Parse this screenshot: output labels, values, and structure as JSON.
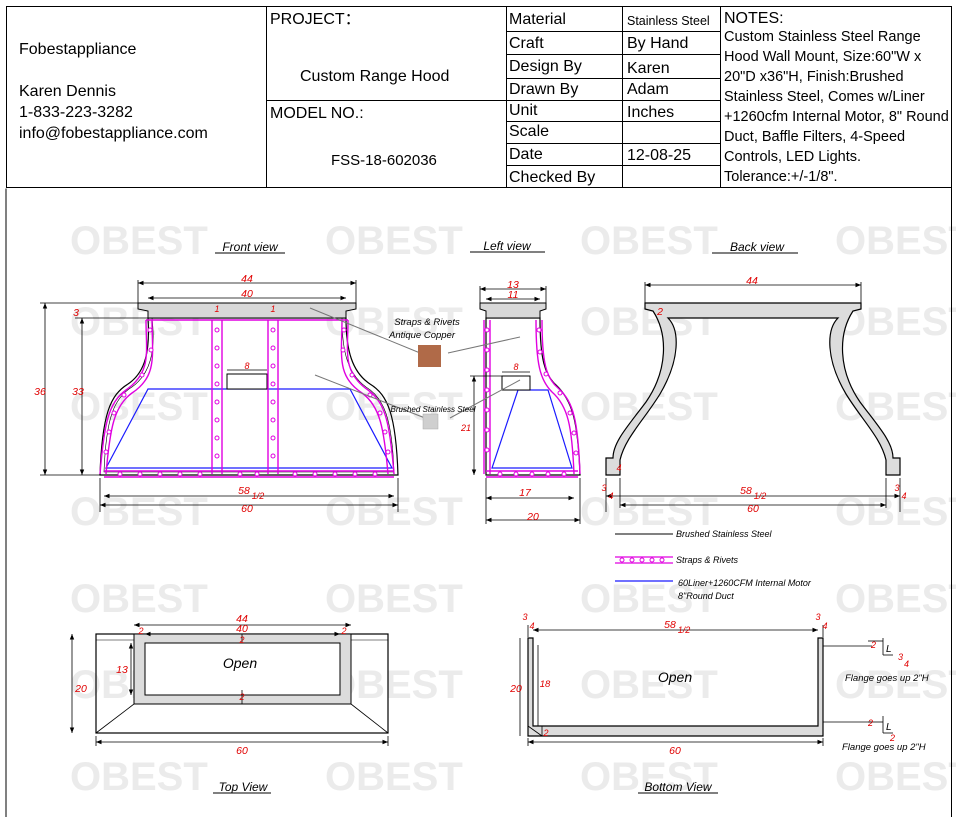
{
  "company": {
    "name": "Fobestappliance",
    "contact_name": "Karen Dennis",
    "phone": "1-833-223-3282",
    "email": "info@fobestappliance.com"
  },
  "project": {
    "label": "PROJECT：",
    "name": "Custom Range Hood"
  },
  "model": {
    "label": "MODEL NO.:",
    "number": "FSS-18-602036"
  },
  "specs": [
    {
      "label": "Material",
      "value": "Stainless Steel"
    },
    {
      "label": "Craft",
      "value": "By Hand"
    },
    {
      "label": "Design By",
      "value": "Karen"
    },
    {
      "label": "Drawn By",
      "value": "Adam"
    },
    {
      "label": "Unit",
      "value": "Inches"
    },
    {
      "label": "Scale",
      "value": ""
    },
    {
      "label": "Date",
      "value": "12-08-25"
    },
    {
      "label": "Checked By",
      "value": ""
    }
  ],
  "notes": {
    "title": "NOTES:",
    "text": "Custom Stainless Steel Range Hood Wall Mount, Size:60\"W x 20\"D x36\"H, Finish:Brushed Stainless Steel, Comes w/Liner +1260cfm Internal Motor, 8\" Round Duct, Baffle Filters, 4-Speed Controls, LED Lights. Tolerance:+/-1/8\"."
  },
  "watermark": "OBEST",
  "views": {
    "front": "Front view",
    "left": "Left view",
    "back": "Back view",
    "top": "Top View",
    "bottom": "Bottom View"
  },
  "dims": {
    "front_44": "44",
    "front_40": "40",
    "front_3": "3",
    "front_36": "36",
    "front_33": "33",
    "front_1a": "1",
    "front_1b": "1",
    "front_8": "8",
    "front_58": "58",
    "front_half": "1/2",
    "front_60": "60",
    "left_13": "13",
    "left_11": "11",
    "left_8": "8",
    "left_21": "21",
    "left_17": "17",
    "left_20": "20",
    "back_44": "44",
    "back_2": "2",
    "back_4": "4",
    "back_3a": "3",
    "back_4a": "4",
    "back_58": "58",
    "back_half": "1/2",
    "back_60": "60",
    "back_3b": "3",
    "back_4b": "4",
    "top_44": "44",
    "top_40": "40",
    "top_2a": "2",
    "top_2b": "2",
    "top_2c": "2",
    "top_2d": "2",
    "top_13": "13",
    "top_20": "20",
    "top_60": "60",
    "top_open": "Open",
    "bot_3a": "3",
    "bot_4a": "4",
    "bot_58": "58",
    "bot_half": "1/2",
    "bot_3b": "3",
    "bot_4b": "4",
    "bot_20": "20",
    "bot_18": "18",
    "bot_2": "2",
    "bot_60": "60",
    "bot_open": "Open",
    "fl_2a": "2",
    "fl_l1": "L",
    "fl_3": "3",
    "fl_4": "4",
    "fl_2b": "2",
    "fl_l2": "L",
    "fl_2c": "2",
    "flange_note": "Flange goes up 2\"H"
  },
  "callouts": {
    "straps_title": "Straps & Rivets",
    "straps_finish": "Antique Copper",
    "brushed": "Brushed Stainless Steel"
  },
  "legend": {
    "brushed": "Brushed Stainless Steel",
    "straps": "Straps & Rivets",
    "liner_1": "60Liner+1260CFM Internal Motor",
    "liner_2": "8\"Round Duct"
  },
  "colors": {
    "strap": "#e000e0",
    "liner": "#1a1aff",
    "dimension": "#e00000",
    "copper": "#b06a48",
    "steel": "#cfcfcf"
  }
}
